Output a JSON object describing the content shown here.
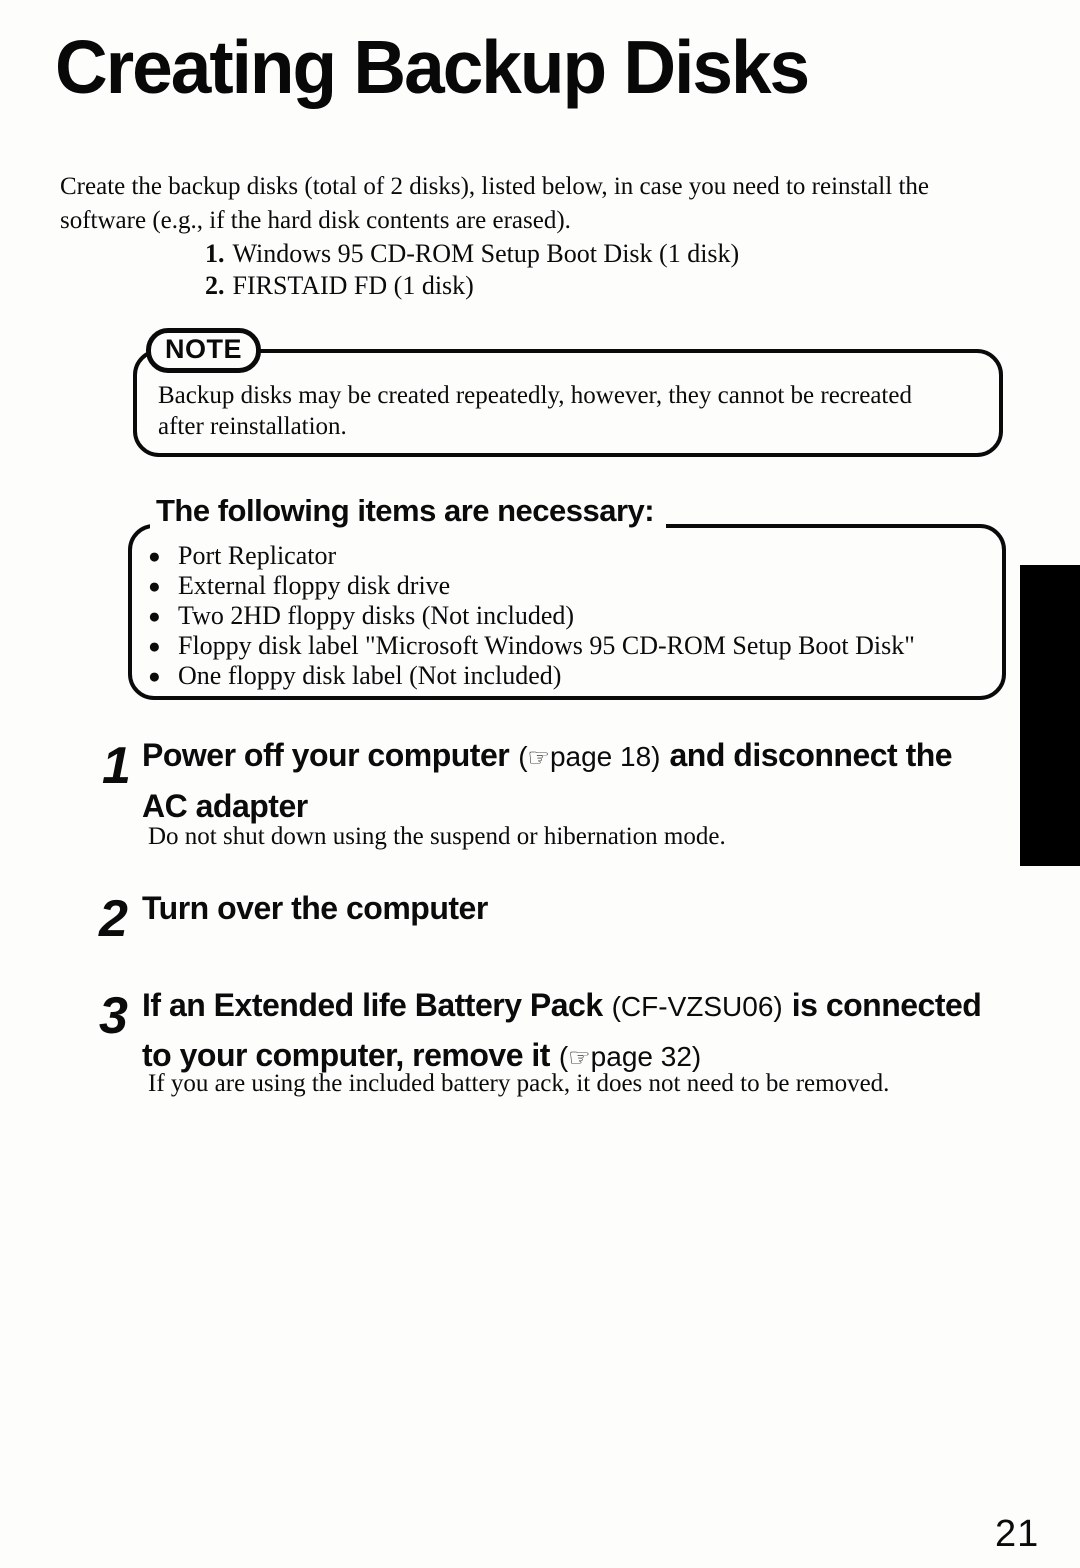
{
  "page": {
    "title": "Creating Backup Disks",
    "page_number": "21"
  },
  "intro": {
    "line1": "Create the backup disks (total of 2 disks), listed below, in case you need to reinstall the",
    "line2": "software (e.g., if the hard disk contents are erased).",
    "disk_list": [
      {
        "num": "1.",
        "text": "Windows 95 CD-ROM Setup Boot Disk (1 disk)"
      },
      {
        "num": "2.",
        "text": "FIRSTAID FD (1 disk)"
      }
    ]
  },
  "note": {
    "badge": "NOTE",
    "line1": "Backup disks may be created repeatedly, however, they cannot be recreated",
    "line2": "after reinstallation."
  },
  "items_box": {
    "heading": "The following items are necessary:",
    "bullet": "●",
    "items": [
      "Port Replicator",
      "External floppy disk drive",
      "Two 2HD floppy disks (Not included)",
      "Floppy disk label \"Microsoft Windows 95 CD-ROM Setup Boot Disk\"",
      "One floppy disk label (Not included)"
    ]
  },
  "steps": {
    "ref_icon": "☞",
    "s1": {
      "num": "1",
      "bold_a": "Power off your computer",
      "ref_open": "(",
      "ref": "page 18)",
      "bold_b": "and disconnect the",
      "line2_bold": "AC adapter",
      "body": "Do not shut down using the suspend or hibernation mode."
    },
    "s2": {
      "num": "2",
      "bold_a": "Turn over the computer"
    },
    "s3": {
      "num": "3",
      "bold_a": "If an Extended life Battery Pack",
      "model": "(CF-VZSU06)",
      "bold_b": "is connected",
      "line2_bold": "to your computer, remove it",
      "ref_open": "(",
      "ref": "page 32)",
      "body": "If you are using the included battery pack, it does not need to be removed."
    }
  }
}
